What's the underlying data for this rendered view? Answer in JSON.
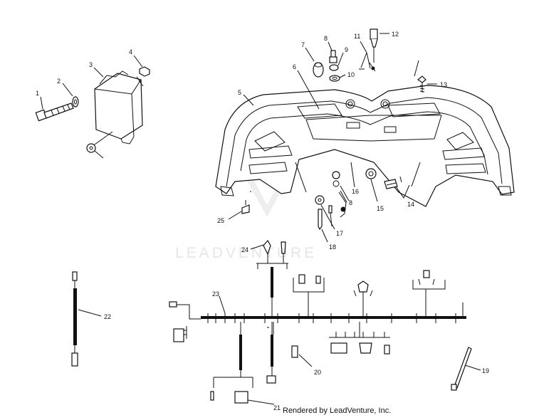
{
  "watermark": {
    "text": "LEADVENTURE"
  },
  "footer": {
    "rendered_by": "Rendered by LeadVenture, Inc."
  },
  "callouts": {
    "c1": "1",
    "c2": "2",
    "c3": "3",
    "c4": "4",
    "c5": "5",
    "c6": "6",
    "c7": "7",
    "c8a": "8",
    "c8b": "8",
    "c9": "9",
    "c10": "10",
    "c11": "11",
    "c12": "12",
    "c13": "13",
    "c14": "14",
    "c15": "15",
    "c16": "16",
    "c17": "17",
    "c18": "18",
    "c19": "19",
    "c20": "20",
    "c21": "21",
    "c22": "22",
    "c23": "23",
    "c24": "24",
    "c25": "25"
  }
}
